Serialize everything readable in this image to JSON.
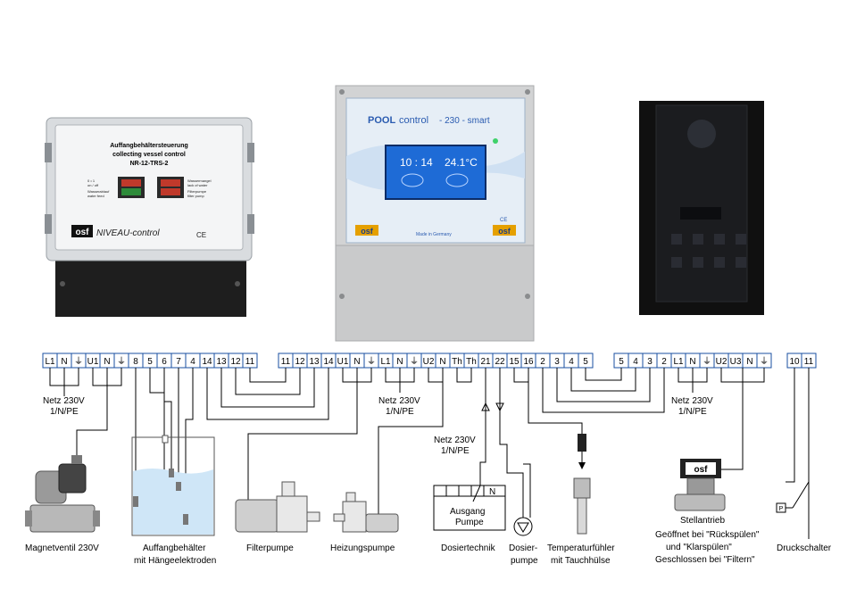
{
  "devices": {
    "left": {
      "title_de": "Auffangbehältersteuerung",
      "title_en": "collecting vessel control",
      "model": "NR-12-TRS-2",
      "switch_left_top": "0 • 1",
      "switch_left_top2": "on / off",
      "switch_left_bottom": "Wasserablauf",
      "switch_left_bottom2": "water feed",
      "switch_right_top": "Wassermangel",
      "switch_right_top2": "lack of water",
      "switch_right_bottom": "Filterpumpe",
      "switch_right_bottom2": "filter pump",
      "brand": "osf",
      "brand_text": "NIVEAU-control",
      "ce": "CE"
    },
    "middle": {
      "title_bold": "POOL",
      "title_rest": "control",
      "title_suffix": "- 230 - smart",
      "time": "10 : 14",
      "temp": "24.1°C",
      "made_in": "Made in Germany",
      "ce": "CE",
      "brand": "osf"
    }
  },
  "terminals": {
    "group1": [
      "L1",
      "N",
      "⏚",
      "U1",
      "N",
      "⏚",
      "8",
      "5",
      "6",
      "7",
      "4",
      "14",
      "13",
      "12",
      "11"
    ],
    "group2": [
      "11",
      "12",
      "13",
      "14",
      "U1",
      "N",
      "⏚",
      "L1",
      "N",
      "⏚",
      "U2",
      "N",
      "Th",
      "Th",
      "21",
      "22",
      "15",
      "16",
      "2",
      "3",
      "4",
      "5"
    ],
    "group3": [
      "5",
      "4",
      "3",
      "2",
      "L1",
      "N",
      "⏚",
      "U2",
      "U3",
      "N",
      "⏚"
    ],
    "group4": [
      "10",
      "11"
    ]
  },
  "labels": {
    "netz1_line1": "Netz 230V",
    "netz1_line2": "1/N/PE",
    "netz2_line1": "Netz 230V",
    "netz2_line2": "1/N/PE",
    "netz3_line1": "Netz 230V",
    "netz3_line2": "1/N/PE",
    "netz4_line1": "Netz 230V",
    "netz4_line2": "1/N/PE",
    "magnetventil": "Magnetventil 230V",
    "auffang_line1": "Auffangbehälter",
    "auffang_line2": "mit Hängeelektroden",
    "filterpumpe": "Filterpumpe",
    "heizungspumpe": "Heizungspumpe",
    "dosiertechnik": "Dosiertechnik",
    "ausgang_line1": "Ausgang",
    "ausgang_line2": "Pumpe",
    "ausgang_n": "N",
    "dosier_line1": "Dosier-",
    "dosier_line2": "pumpe",
    "temp_line1": "Temperaturfühler",
    "temp_line2": "mit Tauchhülse",
    "stellantrieb": "Stellantrieb",
    "stell_line1": "Geöffnet bei \"Rückspülen\"",
    "stell_line2": "und \"Klarspülen\"",
    "stell_line3": "Geschlossen bei \"Filtern\"",
    "druckschalter": "Druckschalter",
    "osf_badge": "osf",
    "pressure_p": "P"
  },
  "colors": {
    "terminal_border": "#1a4fa0",
    "device_grey": "#c8c8c8",
    "water": "#cfe6f7",
    "screen_blue": "#1e6bd6"
  }
}
